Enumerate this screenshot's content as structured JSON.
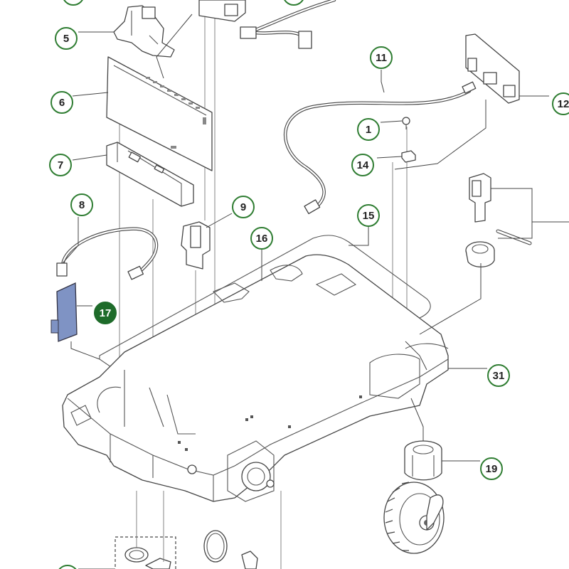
{
  "callouts": [
    {
      "label": "5"
    },
    {
      "label": "6"
    },
    {
      "label": "7"
    },
    {
      "label": "8"
    },
    {
      "label": "9"
    },
    {
      "label": "11"
    },
    {
      "label": "12"
    },
    {
      "label": "1"
    },
    {
      "label": "14"
    },
    {
      "label": "15"
    },
    {
      "label": "16"
    },
    {
      "label": "17"
    },
    {
      "label": "31"
    },
    {
      "label": "19"
    }
  ],
  "colors": {
    "callout_ring": "#2f7d32",
    "callout_filled": "#1e6b2a",
    "highlight_part": "#7f93c4"
  },
  "highlighted_callout": "17"
}
